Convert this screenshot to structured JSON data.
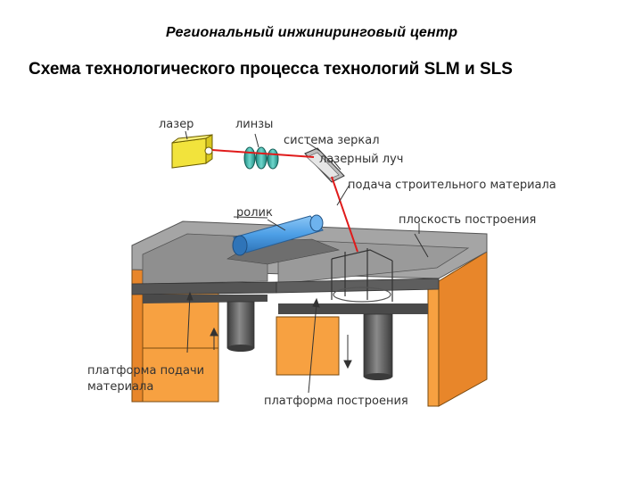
{
  "header": {
    "org": "Региональный инжиниринговый центр",
    "title": "Схема технологического процесса технологий SLM и SLS"
  },
  "labels": {
    "laser": "лазер",
    "lenses": "линзы",
    "mirror_system": "система зеркал",
    "laser_beam": "лазерный луч",
    "material_feed": "подача строительного материала",
    "roller": "ролик",
    "build_plane": "плоскость построения",
    "feed_platform_1": "платформа подачи",
    "feed_platform_2": "материала",
    "build_platform": "платформа построения"
  },
  "colors": {
    "orange": "#f7a141",
    "orange_dark": "#e8862a",
    "gray": "#7f7f7f",
    "gray_light": "#a5a5a5",
    "gray_dark": "#4a4a4a",
    "laser_red": "#e01b1b",
    "laser_yellow": "#f2e33c",
    "lens_teal": "#3fb3a8",
    "roller_blue": "#4d9fe6"
  }
}
